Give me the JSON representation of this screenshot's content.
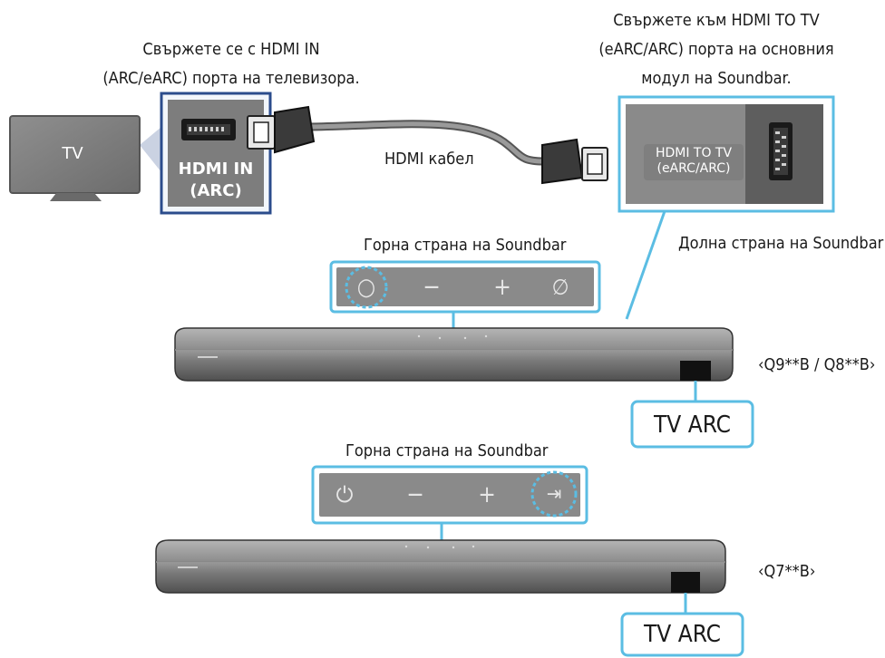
{
  "labels": {
    "tv_hdmi_instruction_line1": "Свържете се с HDMI IN",
    "tv_hdmi_instruction_line2": "(ARC/eARC) порта на телевизора.",
    "soundbar_hdmi_instruction_line1": "Свържете към HDMI TO TV",
    "soundbar_hdmi_instruction_line2": "(eARC/ARC) порта на основния",
    "soundbar_hdmi_instruction_line3": "модул на Soundbar.",
    "tv_label": "TV",
    "tv_port_line1": "HDMI IN",
    "tv_port_line2": "(ARC)",
    "cable_label": "HDMI кабел",
    "soundbar_port_line1": "HDMI TO TV",
    "soundbar_port_line2": "(eARC/ARC)",
    "bottom_side_label": "Долна страна на Soundbar",
    "top_side_label_1": "Горна страна на Soundbar",
    "top_side_label_2": "Горна страна на Soundbar",
    "model_1": "‹Q9**B / Q8**B›",
    "model_2": "‹Q7**B›",
    "tv_arc_1": "TV ARC",
    "tv_arc_2": "TV ARC"
  },
  "buttons": {
    "panel_1": [
      "○",
      "−",
      "+",
      "∅"
    ],
    "panel_2": [
      "⏻",
      "−",
      "+",
      "⇥"
    ]
  },
  "colors": {
    "callout_blue": "#5bbde3",
    "tv_port_frame": "#2b4c8c",
    "panel_gray": "#8a8a8a",
    "soundbar_gray": "#6f6f6f"
  }
}
